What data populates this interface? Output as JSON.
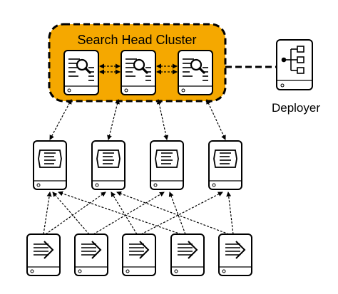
{
  "cluster": {
    "title": "Search Head Cluster",
    "fill_color": "#F5A800",
    "members": [
      {
        "role": "search-head",
        "icon": "search-document-icon"
      },
      {
        "role": "search-head",
        "icon": "search-document-icon"
      },
      {
        "role": "search-head",
        "icon": "search-document-icon"
      }
    ]
  },
  "deployer": {
    "label": "Deployer",
    "icon": "flowchart-icon"
  },
  "indexers": [
    {
      "icon": "indexer-stack-icon"
    },
    {
      "icon": "indexer-stack-icon"
    },
    {
      "icon": "indexer-stack-icon"
    },
    {
      "icon": "indexer-stack-icon"
    }
  ],
  "forwarders": [
    {
      "icon": "forwarder-arrow-icon"
    },
    {
      "icon": "forwarder-arrow-icon"
    },
    {
      "icon": "forwarder-arrow-icon"
    },
    {
      "icon": "forwarder-arrow-icon"
    },
    {
      "icon": "forwarder-arrow-icon"
    }
  ],
  "colors": {
    "stroke": "#000000",
    "server_fill": "#FFFFFF",
    "cluster_fill": "#F5A800"
  }
}
